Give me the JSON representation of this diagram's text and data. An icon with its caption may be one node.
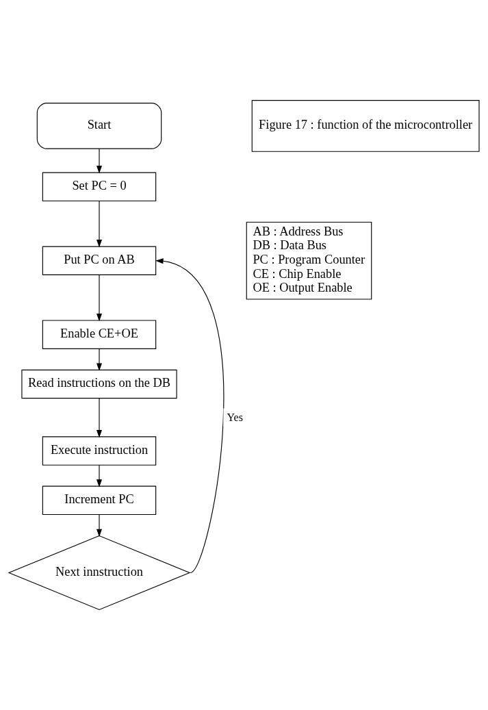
{
  "diagram": {
    "nodes": [
      {
        "text": [
          "Start"
        ]
      },
      {
        "text": [
          "Set PC = 0"
        ]
      },
      {
        "text": [
          "Put PC on AB"
        ]
      },
      {
        "text": [
          "Enable CE+OE"
        ]
      },
      {
        "text": [
          "Read instructions on the DB"
        ]
      },
      {
        "text": [
          "Execute instruction"
        ]
      },
      {
        "text": [
          "Increment PC"
        ]
      },
      {
        "text": [
          "Next innstruction"
        ]
      },
      {
        "text": [
          "Figure 17 : function of the microcontroller"
        ]
      },
      {
        "text": [
          "AB : Address Bus",
          "DB : Data Bus",
          "PC : Program Counter",
          "CE : Chip Enable",
          "OE : Output Enable"
        ]
      }
    ],
    "edges": [
      {
        "from": 0,
        "to": 1,
        "arrow": "to"
      },
      {
        "from": 1,
        "to": 2,
        "arrow": "to"
      },
      {
        "from": 2,
        "to": 3,
        "arrow": "to"
      },
      {
        "from": 3,
        "to": 4,
        "arrow": "to"
      },
      {
        "from": 4,
        "to": 5,
        "arrow": "to"
      },
      {
        "from": 5,
        "to": 6,
        "arrow": "to"
      },
      {
        "from": 6,
        "to": 7,
        "arrow": "to"
      },
      {
        "from": 7,
        "to": 2,
        "arrow": "to",
        "label": "Yes"
      }
    ]
  }
}
